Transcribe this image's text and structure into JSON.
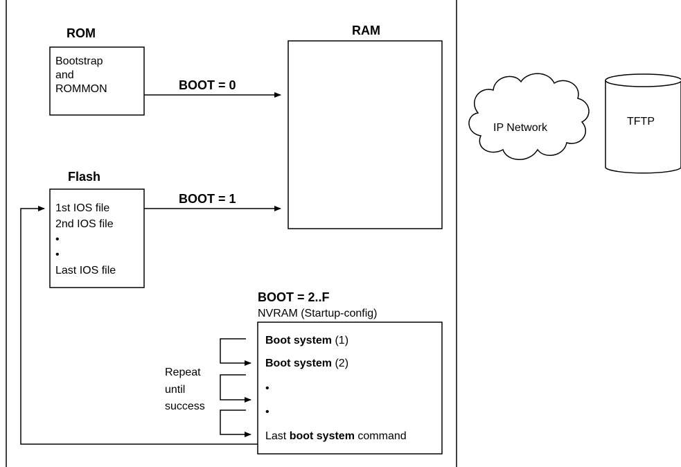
{
  "rom": {
    "title": "ROM",
    "lines": [
      "Bootstrap",
      "and",
      "ROMMON"
    ]
  },
  "ram": {
    "title": "RAM"
  },
  "flash": {
    "title": "Flash",
    "lines": [
      "1st IOS file",
      "2nd IOS file",
      "•",
      "•",
      "Last IOS file"
    ]
  },
  "boot0": "BOOT = 0",
  "boot1": "BOOT = 1",
  "boot2f": "BOOT = 2..F",
  "nvram": {
    "title": "NVRAM (Startup-config)",
    "entry1": {
      "bold": "Boot system",
      "rest": " (1)"
    },
    "entry2": {
      "bold": "Boot system",
      "rest": " (2)"
    },
    "bullet1": "•",
    "bullet2": "•",
    "last": {
      "pre": "Last ",
      "bold": "boot system",
      "post": " command"
    }
  },
  "repeat": [
    "Repeat",
    "until",
    "success"
  ],
  "network": {
    "cloud_label": "IP Network",
    "tftp_label": "TFTP"
  }
}
